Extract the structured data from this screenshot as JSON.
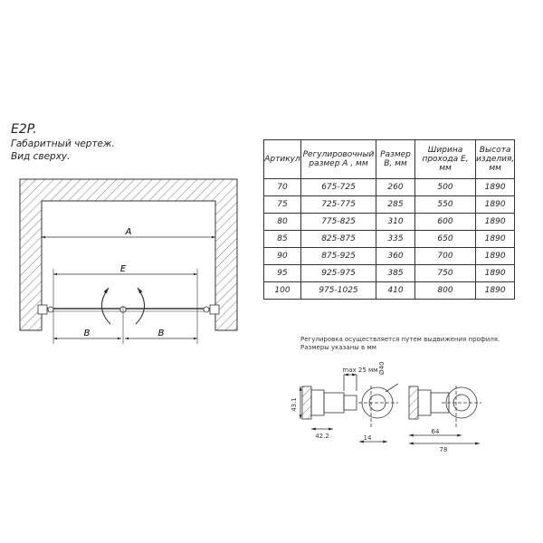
{
  "title": {
    "code": "E2P.",
    "line1": "Габаритный чертеж.",
    "line2": "Вид сверху."
  },
  "plan_view": {
    "dim_a": "A",
    "dim_e": "E",
    "dim_b_left": "B",
    "dim_b_right": "B"
  },
  "table": {
    "headers": [
      "Артикул",
      "Регулировочный размер А , мм",
      "Размер В, мм",
      "Ширина прохода Е, мм",
      "Высота изделия, мм"
    ],
    "rows": [
      [
        "70",
        "675-725",
        "260",
        "500",
        "1890"
      ],
      [
        "75",
        "725-775",
        "285",
        "550",
        "1890"
      ],
      [
        "80",
        "775-825",
        "310",
        "600",
        "1890"
      ],
      [
        "85",
        "825-875",
        "335",
        "650",
        "1890"
      ],
      [
        "90",
        "875-925",
        "360",
        "700",
        "1890"
      ],
      [
        "95",
        "925-975",
        "385",
        "750",
        "1890"
      ],
      [
        "100",
        "975-1025",
        "410",
        "800",
        "1890"
      ]
    ]
  },
  "note": {
    "line1": "Регулировка осуществляется путем выдвижения профиля.",
    "line2": "Размеры указаны в мм"
  },
  "detail": {
    "max": "max 25 мм",
    "dia": "Ø40",
    "h": "43.1",
    "w1": "42.2",
    "w2": "14",
    "w3": "64",
    "w4": "78"
  }
}
